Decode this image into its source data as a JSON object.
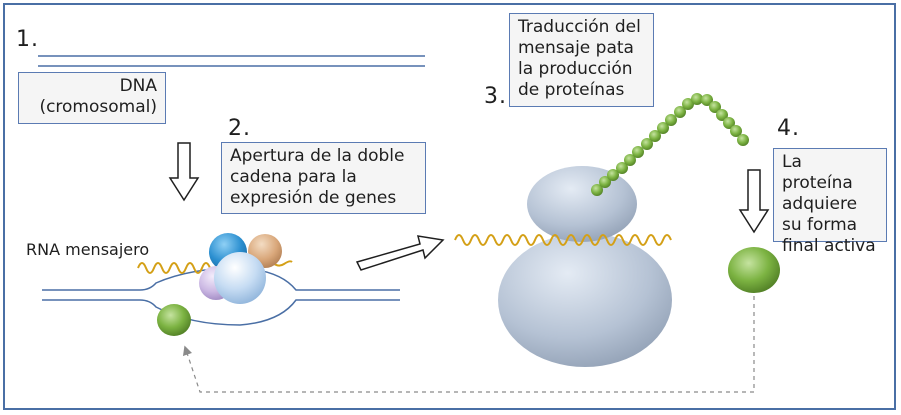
{
  "steps": {
    "s1": {
      "number": "1."
    },
    "s2": {
      "number": "2."
    },
    "s3": {
      "number": "3."
    },
    "s4": {
      "number": "4."
    }
  },
  "boxes": {
    "dna": {
      "line1": "DNA",
      "line2": "(cromosomal)"
    },
    "apertura": {
      "line1": "Apertura de la doble",
      "line2": "cadena para la",
      "line3": "expresión de genes"
    },
    "traduccion": {
      "line1": "Traducción del",
      "line2": "mensaje pata",
      "line3": "la producción",
      "line4": "de proteínas"
    },
    "proteina": {
      "line1": "La proteína",
      "line2": "adquiere",
      "line3": "su forma",
      "line4": "final activa"
    }
  },
  "labels": {
    "rna": "RNA mensajero"
  },
  "colors": {
    "frame": "#4a6fa5",
    "dna_strand": "#4a6fa5",
    "mrna": "#d4a017",
    "protein_green": "#7cb342",
    "ribosome": "#aebacb"
  }
}
